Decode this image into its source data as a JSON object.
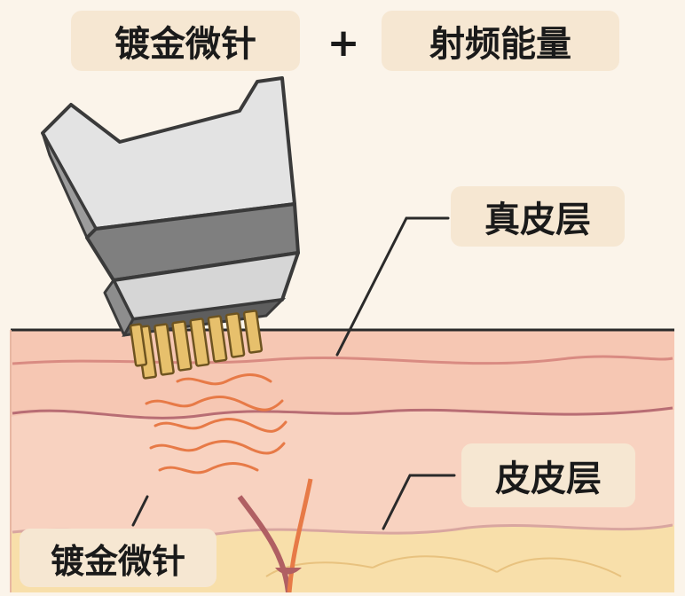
{
  "header": {
    "left_label": "镀金微针",
    "operator": "+",
    "right_label": "射频能量"
  },
  "callouts": {
    "dermis": "真皮层",
    "second_layer": "皮皮层",
    "needles": "镀金微针"
  },
  "colors": {
    "background": "#fbf4ea",
    "label_bg": "#f6e7d2",
    "skin_top": "#f7c9b6",
    "skin_mid": "#f8cdb9",
    "fat_layer": "#f7dca6",
    "needle_gold": "#e7c06c",
    "rf_wave": "#e77a47",
    "device_gray": "#d9d9d9"
  }
}
